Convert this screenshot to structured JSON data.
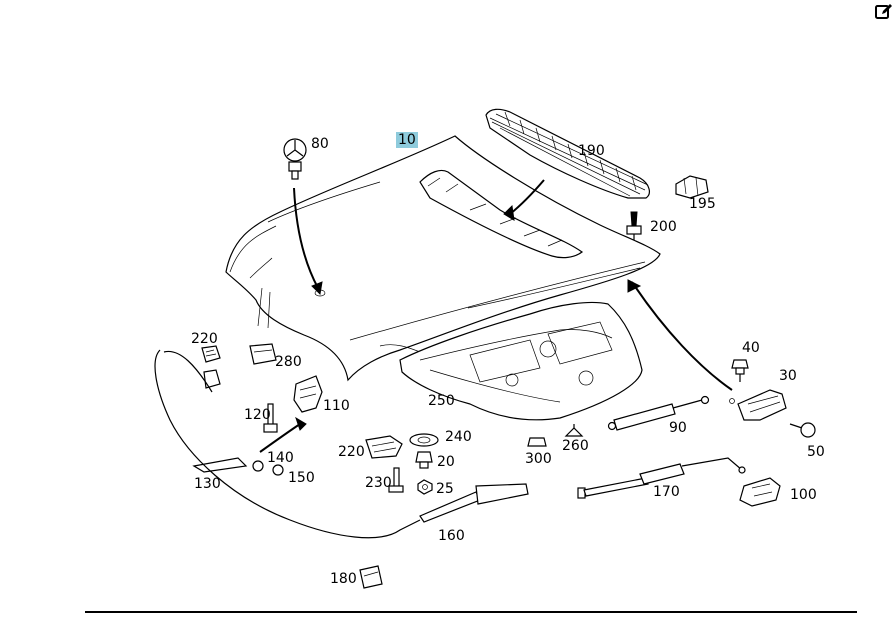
{
  "toolbar": {
    "edit_icon": "edit-icon"
  },
  "highlight_color": "#8ecbdc",
  "callouts": {
    "p10": "10",
    "p20": "20",
    "p25": "25",
    "p30": "30",
    "p40": "40",
    "p50": "50",
    "p80": "80",
    "p90": "90",
    "p100": "100",
    "p110": "110",
    "p120": "120",
    "p130": "130",
    "p140": "140",
    "p150": "150",
    "p160": "160",
    "p170": "170",
    "p180": "180",
    "p190": "190",
    "p195": "195",
    "p200": "200",
    "p220a": "220",
    "p220b": "220",
    "p230": "230",
    "p240": "240",
    "p250": "250",
    "p260": "260",
    "p280": "280",
    "p300": "300"
  }
}
